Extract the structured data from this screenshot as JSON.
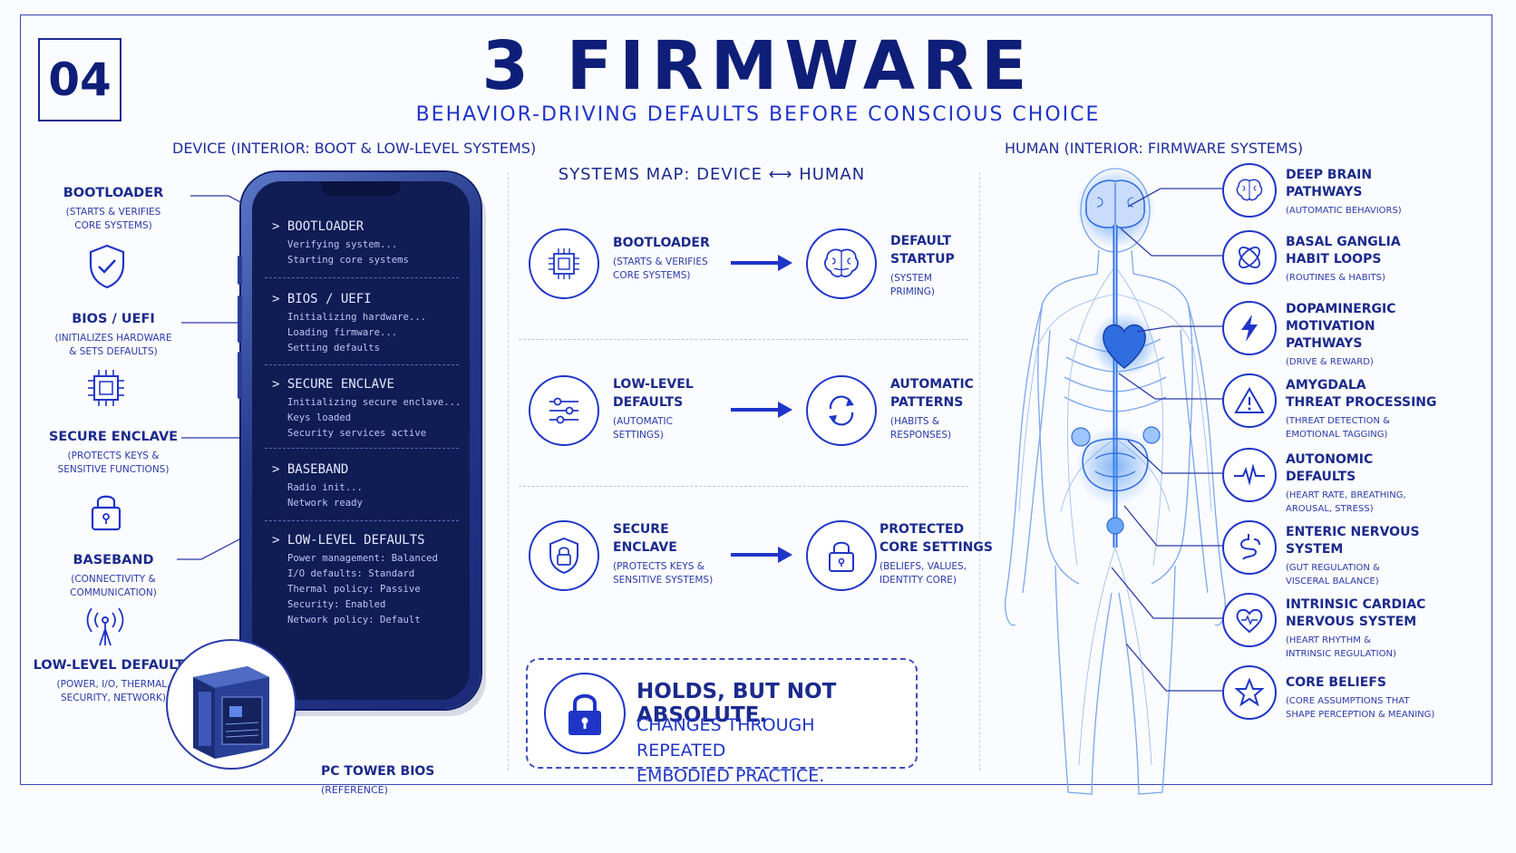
{
  "header": {
    "number": "04",
    "title": "3 FIRMWARE",
    "subtitle": "BEHAVIOR-DRIVING DEFAULTS BEFORE CONSCIOUS CHOICE"
  },
  "device": {
    "heading": "DEVICE (INTERIOR: BOOT & LOW-LEVEL SYSTEMS)",
    "labels": [
      {
        "title": "BOOTLOADER",
        "sub1": "(STARTS & VERIFIES",
        "sub2": "CORE SYSTEMS)",
        "icon": "shield-check-icon"
      },
      {
        "title": "BIOS / UEFI",
        "sub1": "(INITIALIZES HARDWARE",
        "sub2": "& SETS DEFAULTS)",
        "icon": "chip-icon"
      },
      {
        "title": "SECURE ENCLAVE",
        "sub1": "(PROTECTS KEYS &",
        "sub2": "SENSITIVE FUNCTIONS)",
        "icon": "padlock-icon"
      },
      {
        "title": "BASEBAND",
        "sub1": "(CONNECTIVITY &",
        "sub2": "COMMUNICATION)",
        "icon": "antenna-icon"
      },
      {
        "title": "LOW-LEVEL DEFAULTS",
        "sub1": "(POWER, I/O, THERMAL,",
        "sub2": "SECURITY, NETWORK)",
        "icon": ""
      }
    ],
    "phone_sections": [
      {
        "title": "BOOTLOADER",
        "lines": [
          "Verifying system...",
          "Starting core systems"
        ]
      },
      {
        "title": "BIOS / UEFI",
        "lines": [
          "Initializing hardware...",
          "Loading firmware...",
          "Setting defaults"
        ]
      },
      {
        "title": "SECURE ENCLAVE",
        "lines": [
          "Initializing secure enclave...",
          "Keys loaded",
          "Security services active"
        ]
      },
      {
        "title": "BASEBAND",
        "lines": [
          "Radio init...",
          "Network ready"
        ]
      },
      {
        "title": "LOW-LEVEL DEFAULTS",
        "lines": [
          "Power management: Balanced",
          "I/O defaults: Standard",
          "Thermal policy: Passive",
          "Security: Enabled",
          "Network policy: Default"
        ]
      }
    ],
    "prompt": ">",
    "pc": {
      "title": "PC TOWER BIOS",
      "sub": "(REFERENCE)"
    }
  },
  "map": {
    "title": "SYSTEMS MAP: DEVICE ⟷ HUMAN",
    "rows": [
      {
        "left_title": [
          "BOOTLOADER"
        ],
        "left_sub": [
          "(STARTS & VERIFIES",
          "CORE SYSTEMS)"
        ],
        "left_icon": "cpu-icon",
        "right_title": [
          "DEFAULT",
          "STARTUP"
        ],
        "right_sub": [
          "(SYSTEM",
          "PRIMING)"
        ],
        "right_icon": "brain-icon"
      },
      {
        "left_title": [
          "LOW-LEVEL",
          "DEFAULTS"
        ],
        "left_sub": [
          "(AUTOMATIC",
          "SETTINGS)"
        ],
        "left_icon": "sliders-icon",
        "right_title": [
          "AUTOMATIC",
          "PATTERNS"
        ],
        "right_sub": [
          "(HABITS &",
          "RESPONSES)"
        ],
        "right_icon": "cycle-icon"
      },
      {
        "left_title": [
          "SECURE",
          "ENCLAVE"
        ],
        "left_sub": [
          "(PROTECTS KEYS &",
          "SENSITIVE SYSTEMS)"
        ],
        "left_icon": "shield-lock-icon",
        "right_title": [
          "PROTECTED",
          "CORE SETTINGS"
        ],
        "right_sub": [
          "(BELIEFS, VALUES,",
          "IDENTITY CORE)"
        ],
        "right_icon": "padlock-icon"
      }
    ],
    "callout": {
      "line1": "HOLDS, BUT NOT ABSOLUTE.",
      "line2": "CHANGES THROUGH REPEATED",
      "line3": "EMBODIED PRACTICE."
    }
  },
  "human": {
    "heading": "HUMAN (INTERIOR: FIRMWARE SYSTEMS)",
    "items": [
      {
        "title": [
          "DEEP BRAIN",
          "PATHWAYS"
        ],
        "sub": [
          "(AUTOMATIC BEHAVIORS)"
        ],
        "icon": "brain-icon"
      },
      {
        "title": [
          "BASAL GANGLIA",
          "HABIT LOOPS"
        ],
        "sub": [
          "(ROUTINES & HABITS)"
        ],
        "icon": "loop-icon"
      },
      {
        "title": [
          "DOPAMINERGIC",
          "MOTIVATION",
          "PATHWAYS"
        ],
        "sub": [
          "(DRIVE & REWARD)"
        ],
        "icon": "lightning-icon"
      },
      {
        "title": [
          "AMYGDALA",
          "THREAT PROCESSING"
        ],
        "sub": [
          "(THREAT DETECTION &",
          "EMOTIONAL TAGGING)"
        ],
        "icon": "warning-icon"
      },
      {
        "title": [
          "AUTONOMIC",
          "DEFAULTS"
        ],
        "sub": [
          "(HEART RATE, BREATHING,",
          "AROUSAL, STRESS)"
        ],
        "icon": "pulse-icon"
      },
      {
        "title": [
          "ENTERIC NERVOUS",
          "SYSTEM"
        ],
        "sub": [
          "(GUT REGULATION &",
          "VISCERAL BALANCE)"
        ],
        "icon": "gut-icon"
      },
      {
        "title": [
          "INTRINSIC CARDIAC",
          "NERVOUS SYSTEM"
        ],
        "sub": [
          "(HEART RHYTHM &",
          "INTRINSIC REGULATION)"
        ],
        "icon": "heart-icon"
      },
      {
        "title": [
          "CORE BELIEFS"
        ],
        "sub": [
          "(CORE ASSUMPTIONS THAT",
          "SHAPE PERCEPTION & MEANING)"
        ],
        "icon": "star-icon"
      }
    ]
  },
  "colors": {
    "ink": "#1b2a8c",
    "accent": "#1f35c8",
    "screen": "#101c54",
    "glow": "#3f8cf0"
  }
}
